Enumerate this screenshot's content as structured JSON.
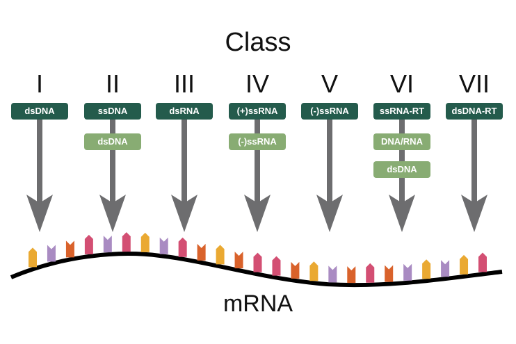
{
  "diagram": {
    "title": "Class",
    "footer_label": "mRNA",
    "colors": {
      "primary_box": "#245b4c",
      "intermediate_box": "#88ac73",
      "arrow": "#6d6d6f",
      "strand": "#000000"
    },
    "classes": [
      {
        "numeral": "I",
        "genome": "dsDNA",
        "intermediates": []
      },
      {
        "numeral": "II",
        "genome": "ssDNA",
        "intermediates": [
          "dsDNA"
        ]
      },
      {
        "numeral": "III",
        "genome": "dsRNA",
        "intermediates": []
      },
      {
        "numeral": "IV",
        "genome": "(+)ssRNA",
        "intermediates": [
          "(-)ssRNA"
        ]
      },
      {
        "numeral": "V",
        "genome": "(-)ssRNA",
        "intermediates": []
      },
      {
        "numeral": "VI",
        "genome": "ssRNA-RT",
        "intermediates": [
          "DNA/RNA",
          "dsDNA"
        ]
      },
      {
        "numeral": "VII",
        "genome": "dsDNA-RT",
        "intermediates": []
      }
    ],
    "nucleotide_colors": {
      "yellow": "#eaa932",
      "purple": "#a98bc2",
      "orange": "#d9622b",
      "pink": "#d34f73"
    },
    "nucleotides": [
      {
        "color": "yellow",
        "shape": "point"
      },
      {
        "color": "purple",
        "shape": "notch"
      },
      {
        "color": "orange",
        "shape": "notch"
      },
      {
        "color": "pink",
        "shape": "point"
      },
      {
        "color": "purple",
        "shape": "notch"
      },
      {
        "color": "pink",
        "shape": "point"
      },
      {
        "color": "yellow",
        "shape": "point"
      },
      {
        "color": "purple",
        "shape": "notch"
      },
      {
        "color": "pink",
        "shape": "point"
      },
      {
        "color": "orange",
        "shape": "notch"
      },
      {
        "color": "yellow",
        "shape": "point"
      },
      {
        "color": "orange",
        "shape": "notch"
      },
      {
        "color": "pink",
        "shape": "point"
      },
      {
        "color": "pink",
        "shape": "point"
      },
      {
        "color": "orange",
        "shape": "notch"
      },
      {
        "color": "yellow",
        "shape": "point"
      },
      {
        "color": "purple",
        "shape": "notch"
      },
      {
        "color": "orange",
        "shape": "notch"
      },
      {
        "color": "pink",
        "shape": "point"
      },
      {
        "color": "orange",
        "shape": "notch"
      },
      {
        "color": "purple",
        "shape": "notch"
      },
      {
        "color": "yellow",
        "shape": "point"
      },
      {
        "color": "purple",
        "shape": "notch"
      },
      {
        "color": "yellow",
        "shape": "point"
      },
      {
        "color": "pink",
        "shape": "point"
      }
    ]
  }
}
